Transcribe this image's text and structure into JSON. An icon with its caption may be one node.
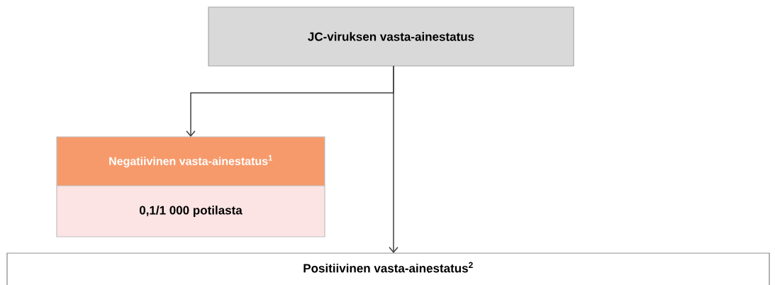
{
  "diagram": {
    "nodes": [
      {
        "text": [
          "JC-viruksen vasta-ainestatus"
        ]
      },
      {
        "text": [
          "Negatiivinen vasta-ainestatus$^{1}$",
          "0,1/1 000 potilasta"
        ]
      },
      {
        "text": [
          "Positiivinen vasta-ainestatus$^{2}$"
        ]
      }
    ],
    "edges": [
      {
        "from": 0,
        "to": 1,
        "arrow": "to"
      },
      {
        "from": 0,
        "to": 2,
        "arrow": "to"
      }
    ]
  }
}
